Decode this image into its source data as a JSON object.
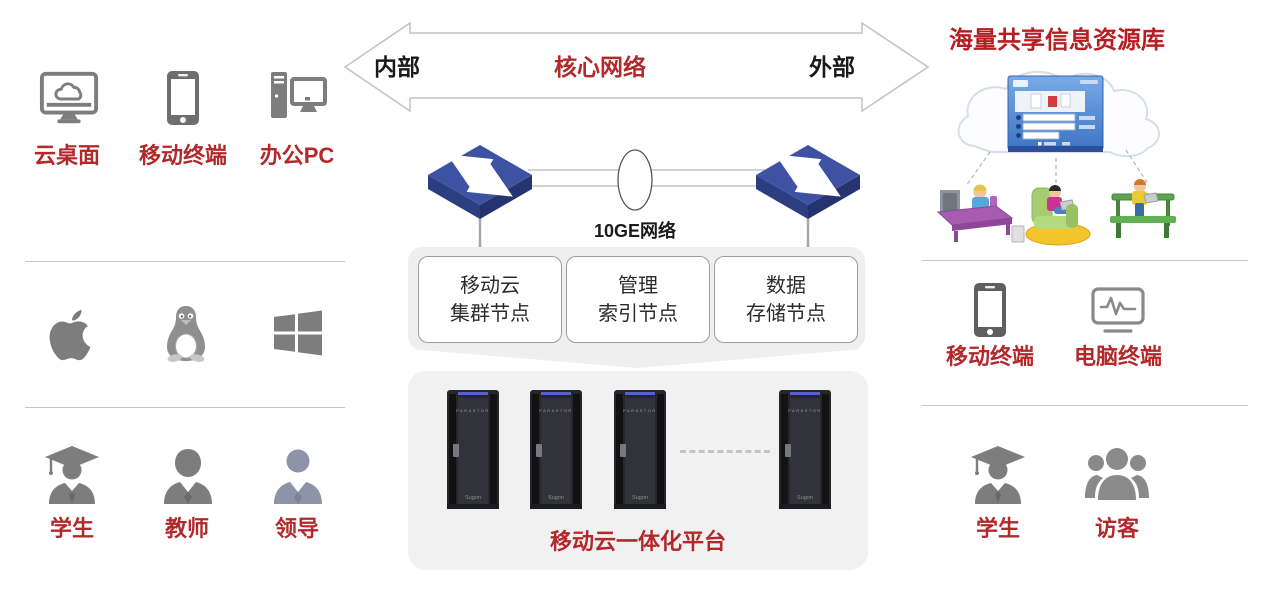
{
  "colors": {
    "label_red": "#b2292c",
    "title_red": "#b71d22",
    "icon_gray": "#7d7d7d",
    "leader_gray": "#8d93a8",
    "switch_blue": "#3e52a3",
    "platform_grey": "#f1f1f1"
  },
  "left": {
    "devices": [
      {
        "icon": "cloud-desktop-icon",
        "label": "云桌面"
      },
      {
        "icon": "smartphone-icon",
        "label": "移动终端"
      },
      {
        "icon": "office-pc-icon",
        "label": "办公PC"
      }
    ],
    "os": [
      {
        "icon": "apple-icon"
      },
      {
        "icon": "linux-icon"
      },
      {
        "icon": "windows-icon"
      }
    ],
    "users": [
      {
        "icon": "student-icon",
        "label": "学生"
      },
      {
        "icon": "teacher-icon",
        "label": "教师"
      },
      {
        "icon": "leader-icon",
        "label": "领导"
      }
    ]
  },
  "center": {
    "arrow": {
      "left": "内部",
      "title": "核心网络",
      "right": "外部"
    },
    "network_label": "10GE网络",
    "nodes": [
      {
        "line1": "移动云",
        "line2": "集群节点"
      },
      {
        "line1": "管理",
        "line2": "索引节点"
      },
      {
        "line1": "数据",
        "line2": "存储节点"
      }
    ],
    "platform_label": "移动云一体化平台",
    "server": {
      "model": "PARASTOR",
      "brand": "Sugon"
    }
  },
  "right": {
    "title": "海量共享信息资源库",
    "cloud": {
      "icon": "cloud-login-window"
    },
    "terminals": [
      {
        "icon": "smartphone-icon",
        "label": "移动终端"
      },
      {
        "icon": "pc-terminal-icon",
        "label": "电脑终端"
      }
    ],
    "users": [
      {
        "icon": "student-icon",
        "label": "学生"
      },
      {
        "icon": "visitors-icon",
        "label": "访客"
      }
    ]
  }
}
